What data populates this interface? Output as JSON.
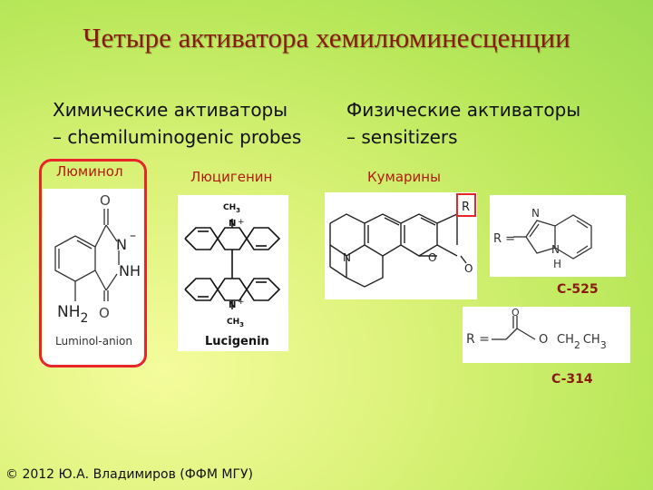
{
  "title": "Четыре активатора хемилюминесценции",
  "left_heading": {
    "line1": "Химические активаторы",
    "line2": "– chemiluminogenic probes"
  },
  "right_heading": {
    "line1": "Физические активаторы",
    "line2": "– sensitizers"
  },
  "luminol": {
    "label": "Люминол",
    "caption": "Luminol-anion",
    "atoms": {
      "o_top": "O",
      "n_minus": "N",
      "charge": "–",
      "nh": "NH",
      "nh2_n": "NH",
      "nh2_sub": "2",
      "o_bottom": "O"
    }
  },
  "lucigenin": {
    "label": "Люцигенин",
    "caption": "Lucigenin",
    "atoms": {
      "ch3": "CH",
      "ch3_sub": "3",
      "n": "N",
      "plus": "+"
    }
  },
  "coumarins": {
    "label": "Кумарины",
    "atoms": {
      "r": "R",
      "n": "N",
      "o_ring": "O",
      "o_exo": "O"
    }
  },
  "c525": {
    "r_eq": "R =",
    "atoms": {
      "n_top": "N",
      "n_bottom": "N",
      "h": "H"
    },
    "name": "C-525"
  },
  "c314": {
    "r_eq": "R =",
    "atoms": {
      "o_top": "O",
      "o_chain": "O",
      "ch2": "CH",
      "ch2_sub": "2",
      "ch3": "CH",
      "ch3_sub": "3"
    },
    "name": "C-314"
  },
  "footer": "© 2012 Ю.А. Владимиров (ФФМ МГУ)",
  "colors": {
    "title": "#8b1a0c",
    "accent_red": "#e8262a",
    "label": "#b01b12"
  }
}
